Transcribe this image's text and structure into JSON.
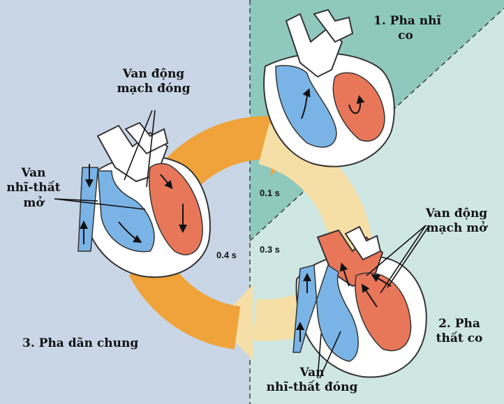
{
  "phases": {
    "p1_line1": "1. Pha nhĩ",
    "p1_line2": "co",
    "p2_line1": "2. Pha",
    "p2_line2": "thất co",
    "p3": "3. Pha dãn chung"
  },
  "valves": {
    "semilunar_closed_l1": "Van động",
    "semilunar_closed_l2": "mạch đóng",
    "av_open_l1": "Van",
    "av_open_l2": "nhĩ-thất",
    "av_open_l3": "mở",
    "semilunar_open_l1": "Van động",
    "semilunar_open_l2": "mạch mở",
    "av_closed_l1": "Van",
    "av_closed_l2": "nhĩ-thất đóng"
  },
  "times": {
    "t1": "0.1 s",
    "t2": "0.3 s",
    "t3": "0.4 s"
  },
  "colors": {
    "left_bg": "#c9d6e6",
    "right_bg": "#cfe7e3",
    "atrial_phase": "#8fc9be",
    "orange_arrow": "#f0a33a",
    "cream_arrow": "#f6dfa6",
    "blood_blue": "#7ab4e6",
    "blood_red": "#e8775a"
  }
}
